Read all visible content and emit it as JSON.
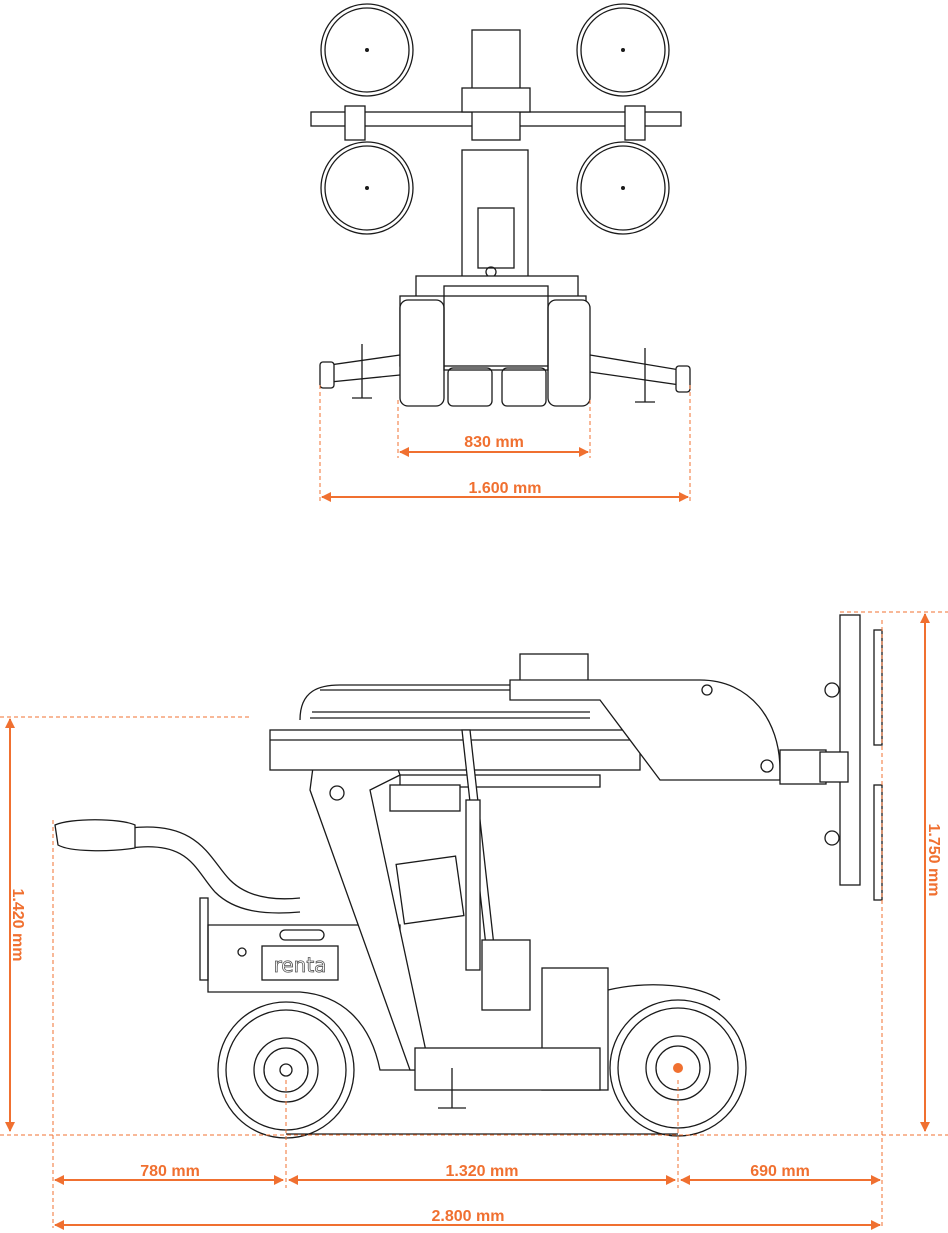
{
  "colors": {
    "dimension": "#f07030",
    "line": "#1a1a1a"
  },
  "top_view": {
    "dimensions": {
      "track_width": "830 mm",
      "outrigger_width": "1.600 mm"
    }
  },
  "side_view": {
    "logo": "renta",
    "dimensions": {
      "height_body": "1.420 mm",
      "height_total": "1.750 mm",
      "rear_overhang": "780 mm",
      "wheelbase": "1.320 mm",
      "front_overhang": "690 mm",
      "total_length": "2.800 mm"
    }
  }
}
